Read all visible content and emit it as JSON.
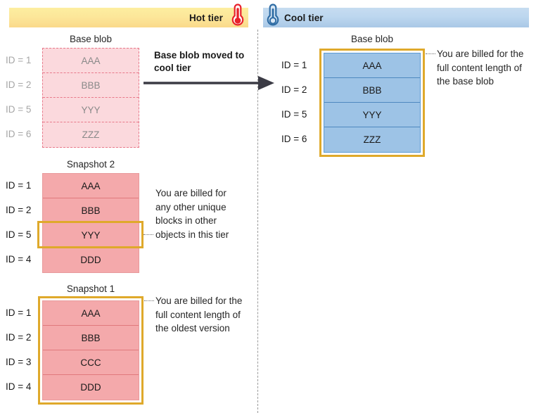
{
  "tiers": {
    "hot": {
      "label": "Hot tier",
      "icon": "thermometer-hot-icon",
      "color": "#fce79a"
    },
    "cool": {
      "label": "Cool tier",
      "icon": "thermometer-cool-icon",
      "color": "#bdd7ef"
    }
  },
  "transition": {
    "caption": "Base blob moved to cool tier",
    "arrow": "right-arrow-icon"
  },
  "hot_tier": {
    "base_blob": {
      "title": "Base blob",
      "state": "moved-out",
      "rows": [
        {
          "id": "ID = 1",
          "block": "AAA"
        },
        {
          "id": "ID = 2",
          "block": "BBB"
        },
        {
          "id": "ID = 5",
          "block": "YYY"
        },
        {
          "id": "ID = 6",
          "block": "ZZZ"
        }
      ]
    },
    "snapshot_2": {
      "title": "Snapshot 2",
      "highlight_row_index": 2,
      "rows": [
        {
          "id": "ID = 1",
          "block": "AAA"
        },
        {
          "id": "ID = 2",
          "block": "BBB"
        },
        {
          "id": "ID = 5",
          "block": "YYY"
        },
        {
          "id": "ID = 4",
          "block": "DDD"
        }
      ],
      "annotation": "You are billed for any other unique blocks in other objects in this tier"
    },
    "snapshot_1": {
      "title": "Snapshot 1",
      "highlight_whole_block": true,
      "rows": [
        {
          "id": "ID = 1",
          "block": "AAA"
        },
        {
          "id": "ID = 2",
          "block": "BBB"
        },
        {
          "id": "ID = 3",
          "block": "CCC"
        },
        {
          "id": "ID = 4",
          "block": "DDD"
        }
      ],
      "annotation": "You are billed for the full content length of the oldest version"
    }
  },
  "cool_tier": {
    "base_blob": {
      "title": "Base blob",
      "highlight_whole_block": true,
      "rows": [
        {
          "id": "ID = 1",
          "block": "AAA"
        },
        {
          "id": "ID = 2",
          "block": "BBB"
        },
        {
          "id": "ID = 5",
          "block": "YYY"
        },
        {
          "id": "ID = 6",
          "block": "ZZZ"
        }
      ],
      "annotation": "You are billed for the full content length of the base blob"
    }
  },
  "colors": {
    "gold_highlight": "#dfa92b",
    "pink_block": "#f4a9ab",
    "blue_block": "#9dc3e6",
    "faded_pink": "#fbd9dd"
  }
}
